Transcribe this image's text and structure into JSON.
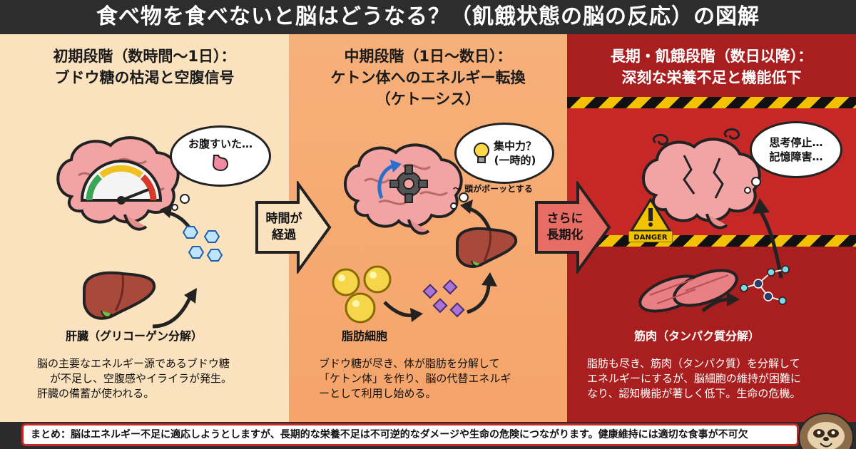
{
  "title": "食べ物を食べないと脳はどうなる？（飢餓状態の脳の反応）の図解",
  "stages": [
    {
      "heading_line1": "初期段階（数時間〜1日）：",
      "heading_line2": "ブドウ糖の枯渇と空腹信号",
      "heading_line3": "",
      "thought": "お腹すいた…",
      "organ_label": "肝臓（グリコーゲン分解）",
      "description": [
        "脳の主要なエネルギー源であるブドウ糖",
        "が不足し、空腹感やイライラが発生。",
        "肝臓の備蓄が使われる。"
      ]
    },
    {
      "heading_line1": "中期段階（1日〜数日）：",
      "heading_line2": "ケトン体へのエネルギー転換",
      "heading_line3": "（ケトーシス）",
      "thought_line1": "集中力？",
      "thought_line2": "(一時的)",
      "side_note": "〜 頭がボーッとする",
      "organ_label": "脂肪細胞",
      "description": [
        "ブドウ糖が尽き、体が脂肪を分解して",
        "「ケトン体」を作り、脳の代替エネルギ",
        "ーとして利用し始める。"
      ]
    },
    {
      "heading_line1": "長期・飢餓段階（数日以降）：",
      "heading_line2": "深刻な栄養不足と機能低下",
      "heading_line3": "",
      "thought_line1": "思考停止…",
      "thought_line2": "記憶障害…",
      "danger_label": "DANGER",
      "organ_label": "筋肉（タンパク質分解）",
      "description": [
        "脂肪も尽き、筋肉（タンパク質）を分解して",
        "エネルギーにするが、脳細胞の維持が困難に",
        "なり、認知機能が著しく低下。生命の危機。"
      ]
    }
  ],
  "transitions": [
    {
      "line1": "時間が",
      "line2": "経過"
    },
    {
      "line1": "さらに",
      "line2": "長期化"
    }
  ],
  "summary": "まとめ：脳はエネルギー不足に適応しようとしますが、長期的な栄養不足は不可逆的なダメージや生命の危険につながります。健康維持には適切な食事が不可欠",
  "colors": {
    "panel1_bg": "#fbe2bf",
    "panel2_bg": "#f5a46a",
    "panel3_bg": "#a91f1f",
    "accent_red": "#c62828",
    "brain_pink": "#f2a4a4",
    "liver_brown": "#a8493b",
    "hazard_yellow": "#f2c200"
  }
}
